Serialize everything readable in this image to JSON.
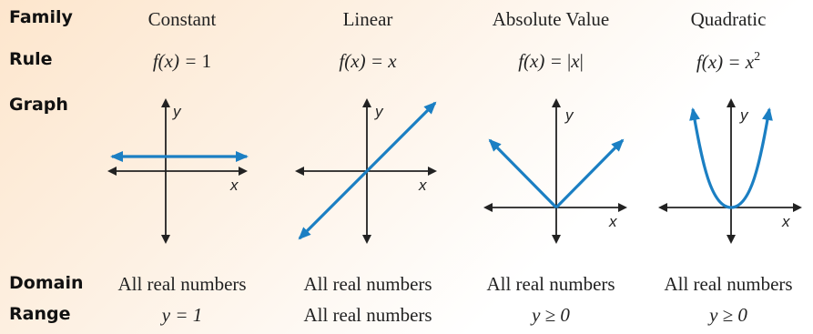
{
  "labels": {
    "family": "Family",
    "rule": "Rule",
    "graph": "Graph",
    "domain": "Domain",
    "range": "Range"
  },
  "columns": [
    {
      "family": "Constant",
      "rule_lhs": "f(x) = ",
      "rule_rhs": "1",
      "domain": "All real numbers",
      "range": "y = 1"
    },
    {
      "family": "Linear",
      "rule_lhs": "f(x) = ",
      "rule_rhs": "x",
      "domain": "All real numbers",
      "range": "All real numbers"
    },
    {
      "family": "Absolute Value",
      "rule_lhs": "f(x) = ",
      "rule_rhs": "x",
      "domain": "All real numbers",
      "range": "y ≥ 0"
    },
    {
      "family": "Quadratic",
      "rule_lhs": "f(x) = ",
      "rule_rhs": "x",
      "rule_exp": "2",
      "domain": "All real numbers",
      "range": "y ≥ 0"
    }
  ],
  "axis_labels": {
    "x": "x",
    "y": "y"
  },
  "colors": {
    "curve": "#1b7fc3",
    "axis": "#222222"
  }
}
